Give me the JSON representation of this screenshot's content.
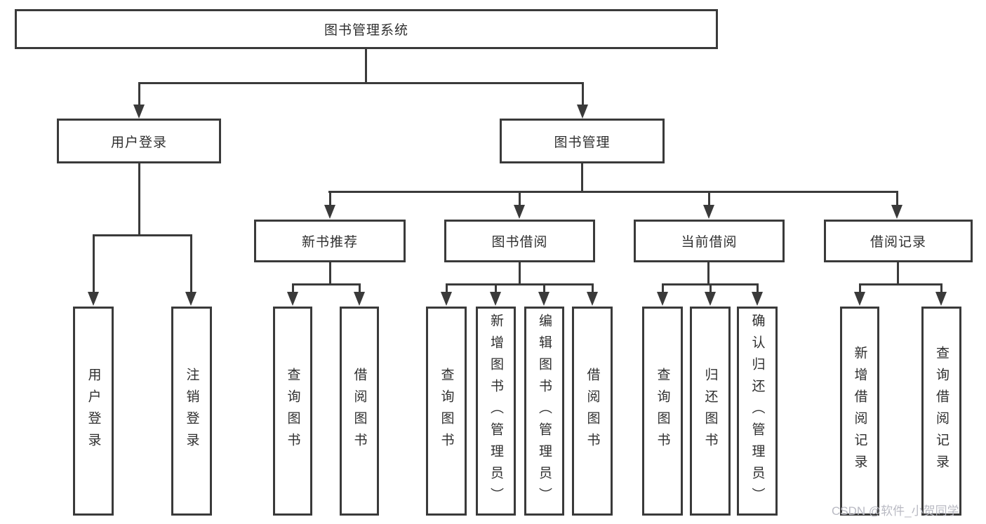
{
  "diagram": {
    "root": {
      "label": "图书管理系统"
    },
    "level1": [
      {
        "label": "用户登录"
      },
      {
        "label": "图书管理"
      }
    ],
    "level2": [
      {
        "label": "新书推荐"
      },
      {
        "label": "图书借阅"
      },
      {
        "label": "当前借阅"
      },
      {
        "label": "借阅记录"
      }
    ],
    "leaves": [
      {
        "label": "用户登录"
      },
      {
        "label": "注销登录"
      },
      {
        "label": "查询图书"
      },
      {
        "label": "借阅图书"
      },
      {
        "label": "查询图书"
      },
      {
        "label": "新增图书（管理员）"
      },
      {
        "label": "编辑图书（管理员）"
      },
      {
        "label": "借阅图书"
      },
      {
        "label": "查询图书"
      },
      {
        "label": "归还图书"
      },
      {
        "label": "确认归还（管理员）"
      },
      {
        "label": "新增借阅记录"
      },
      {
        "label": "查询借阅记录"
      }
    ],
    "watermark": "CSDN @软件_小贺同学",
    "colors": {
      "line": "#3a3a3a",
      "text": "#2f2f2f",
      "watermark": "#b9bac3",
      "background": "#ffffff"
    }
  }
}
